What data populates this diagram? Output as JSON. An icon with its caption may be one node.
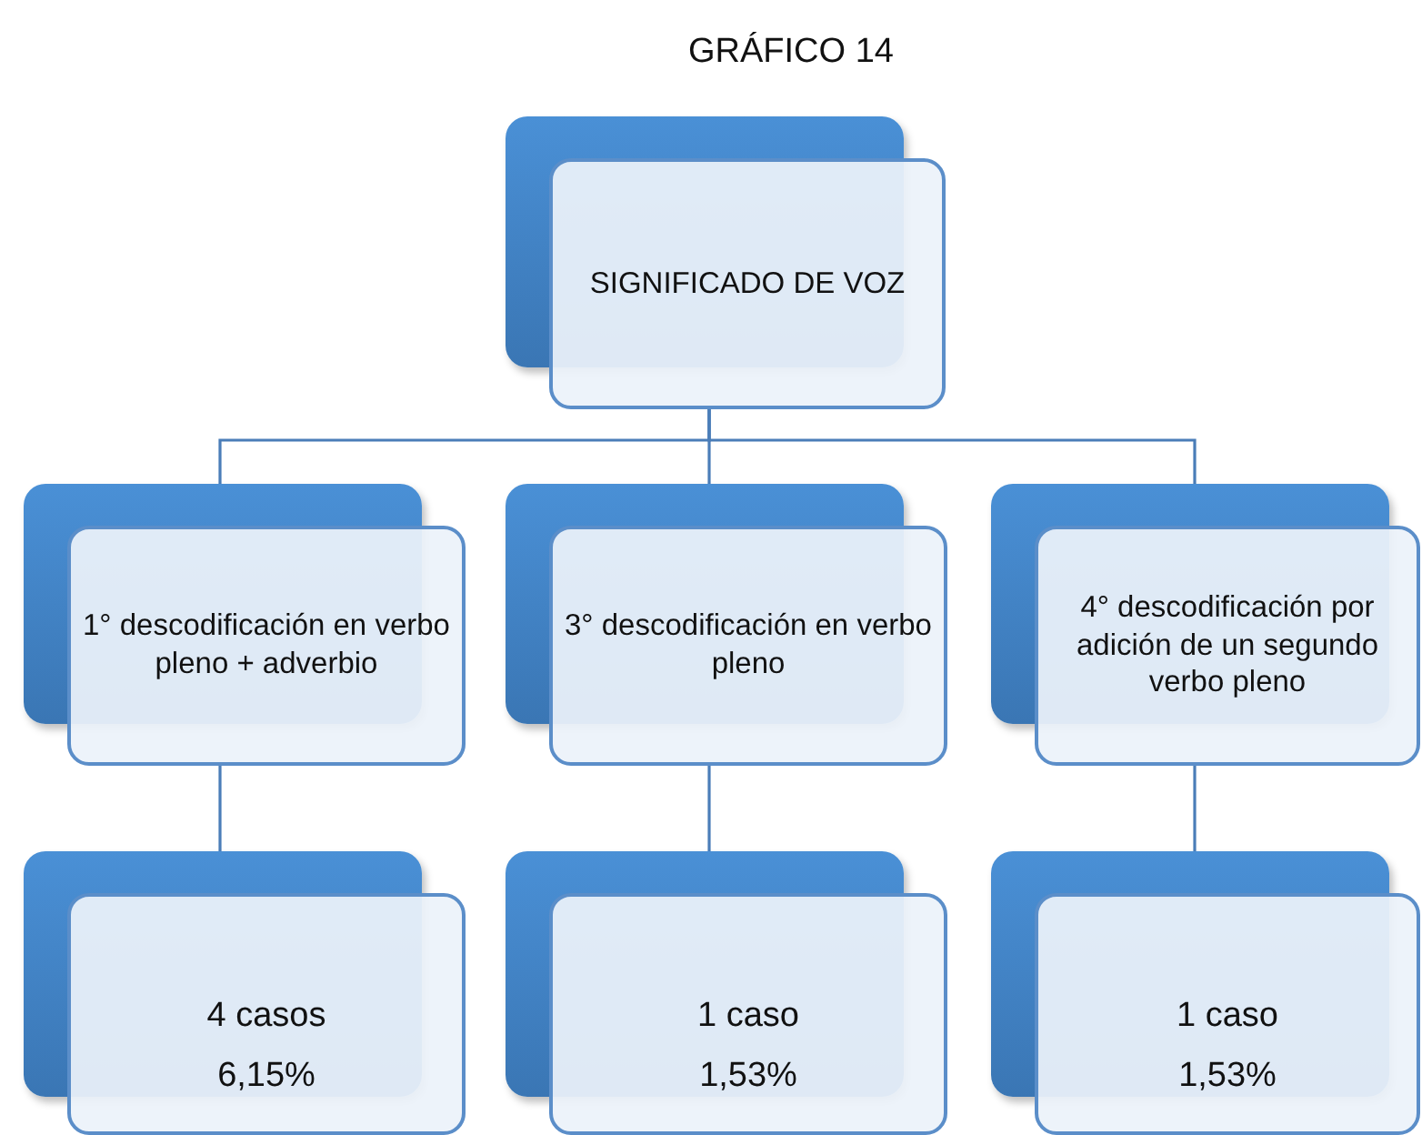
{
  "diagram": {
    "title": "GRÁFICO 14",
    "nodes": [
      {
        "text": [
          "SIGNIFICADO DE VOZ"
        ]
      },
      {
        "text": [
          "1° descodificación en verbo pleno + adverbio"
        ]
      },
      {
        "text": [
          "3° descodificación en verbo pleno"
        ]
      },
      {
        "text": [
          "4° descodificación por adición de un segundo verbo pleno"
        ]
      },
      {
        "text": [
          "4 casos",
          "6,15%"
        ]
      },
      {
        "text": [
          "1 caso",
          "1,53%"
        ]
      },
      {
        "text": [
          "1 caso",
          "1,53%"
        ]
      }
    ],
    "edges": [
      {
        "from": 0,
        "to": 1,
        "arrow": "none"
      },
      {
        "from": 0,
        "to": 2,
        "arrow": "none"
      },
      {
        "from": 0,
        "to": 3,
        "arrow": "none"
      },
      {
        "from": 1,
        "to": 4,
        "arrow": "none"
      },
      {
        "from": 2,
        "to": 5,
        "arrow": "none"
      },
      {
        "from": 3,
        "to": 6,
        "arrow": "none"
      }
    ]
  }
}
